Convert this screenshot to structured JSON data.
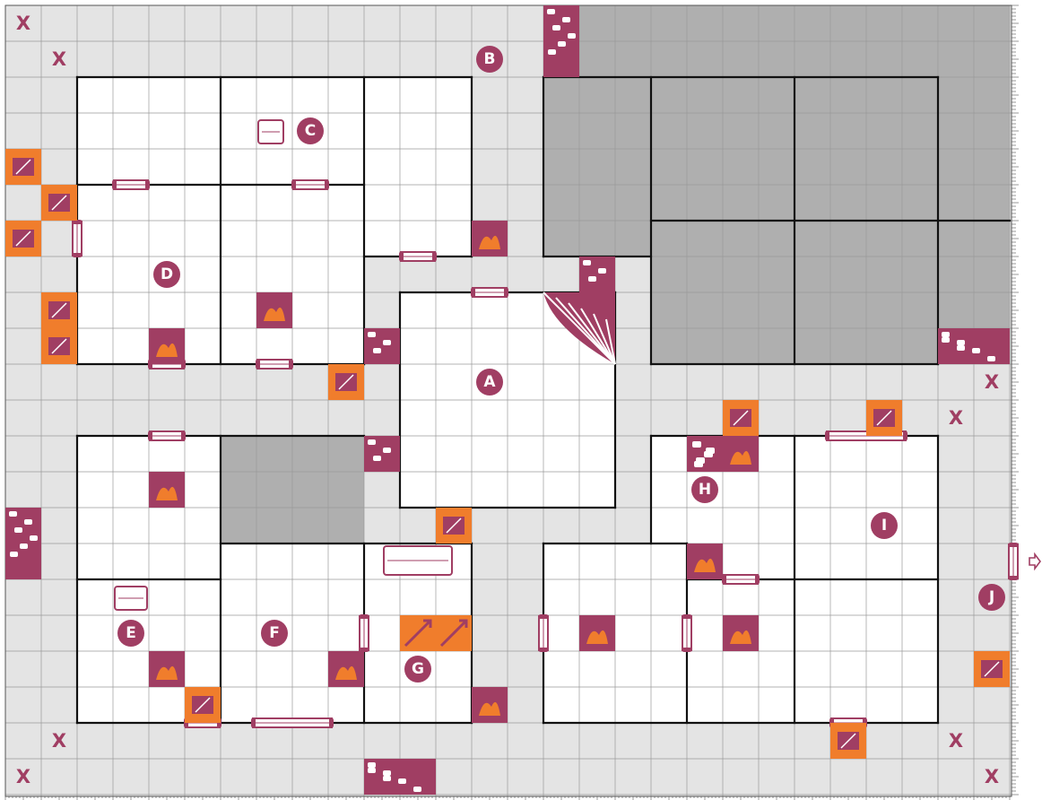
{
  "board": {
    "colors": {
      "background": "#e4e4e4",
      "grid": "#9a9a9a",
      "room_floor": "#ffffff",
      "blocked": "#afafaf",
      "wall": "#111111",
      "token": "#a03e63",
      "accent": "#f07d2c"
    },
    "room_labels": [
      "A",
      "B",
      "C",
      "D",
      "E",
      "F",
      "G",
      "H",
      "I",
      "J"
    ],
    "blocked_marker": "X",
    "exit_icon": "arrow-right-icon",
    "token_types": [
      "door",
      "rubble",
      "crate",
      "campfire",
      "dart-trap",
      "stone-wall"
    ]
  }
}
